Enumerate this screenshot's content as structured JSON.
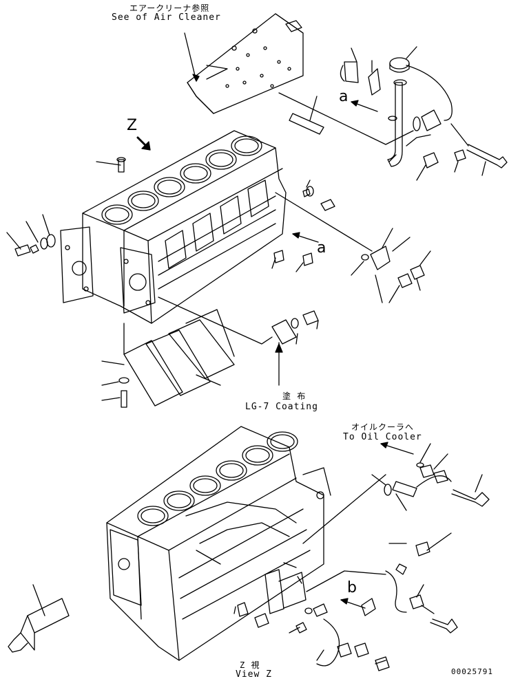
{
  "callouts": {
    "air_cleaner_jp": "エアークリーナ参照",
    "air_cleaner_en": "See of Air Cleaner",
    "coating_jp": "塗 布",
    "coating_en": "LG-7 Coating",
    "oil_cooler_jp": "オイルクーラへ",
    "oil_cooler_en": "To Oil Cooler",
    "view_jp": "Z  視",
    "view_en": "View Z"
  },
  "reference_letters": {
    "z": "Z",
    "a_top": "a",
    "a_mid": "a",
    "b_lower": "b"
  },
  "drawing_number": "00025791",
  "colors": {
    "line": "#000000",
    "background": "#ffffff"
  }
}
